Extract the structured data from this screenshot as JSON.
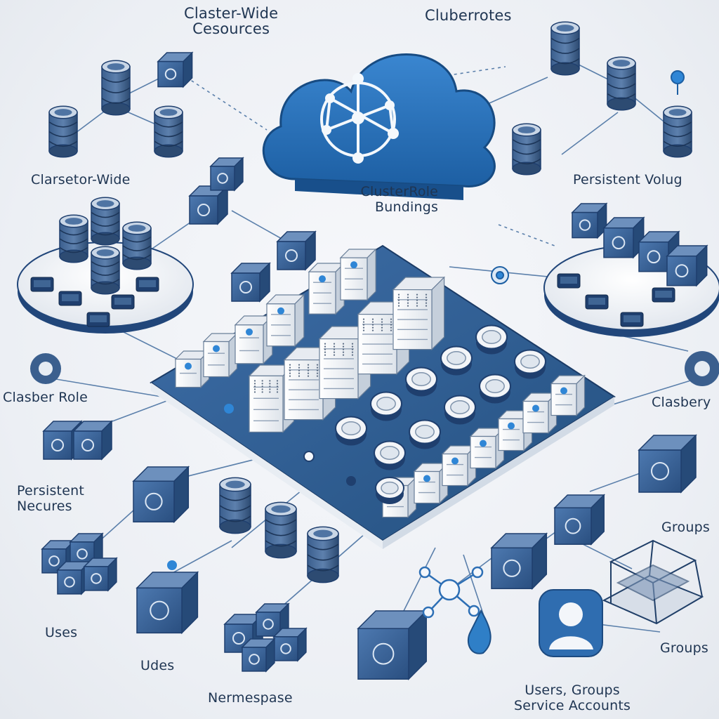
{
  "labels": {
    "cluster_wide_resources_line1": "Claster-Wide",
    "cluster_wide_resources_line2": "Cesources",
    "cluberrotes": "Cluberrotes",
    "clarsetor_wide": "Clarsetor-Wide",
    "persistent_volume": "Persistent Volug",
    "clusterrole_line1": "ClusterRole",
    "clusterrole_line2": "Bundings",
    "clasber_role": "Clasber Role",
    "clasbery": "Clasbery",
    "persistent_line1": "Persistent",
    "persistent_line2": "Necures",
    "groups_top": "Groups",
    "uses": "Uses",
    "udes": "Udes",
    "groups_bottom": "Groups",
    "nermespase": "Nermespase",
    "users_groups_line1": "Users, Groups",
    "users_groups_line2": "Service Accounts"
  },
  "colors": {
    "primary_blue": "#2d6fb5",
    "dark_blue": "#1f3f6e",
    "accent_blue": "#2f86d6",
    "server_white": "#f3f5f8",
    "line_blue": "#2a5a92"
  },
  "icons": {
    "cloud": "cloud-network-icon",
    "database": "database-stack-icon",
    "server": "server-rack-icon",
    "cube": "blue-cube-icon",
    "user": "user-profile-icon",
    "network": "network-hub-icon",
    "drop": "water-drop-icon",
    "pin": "location-pin-icon"
  }
}
